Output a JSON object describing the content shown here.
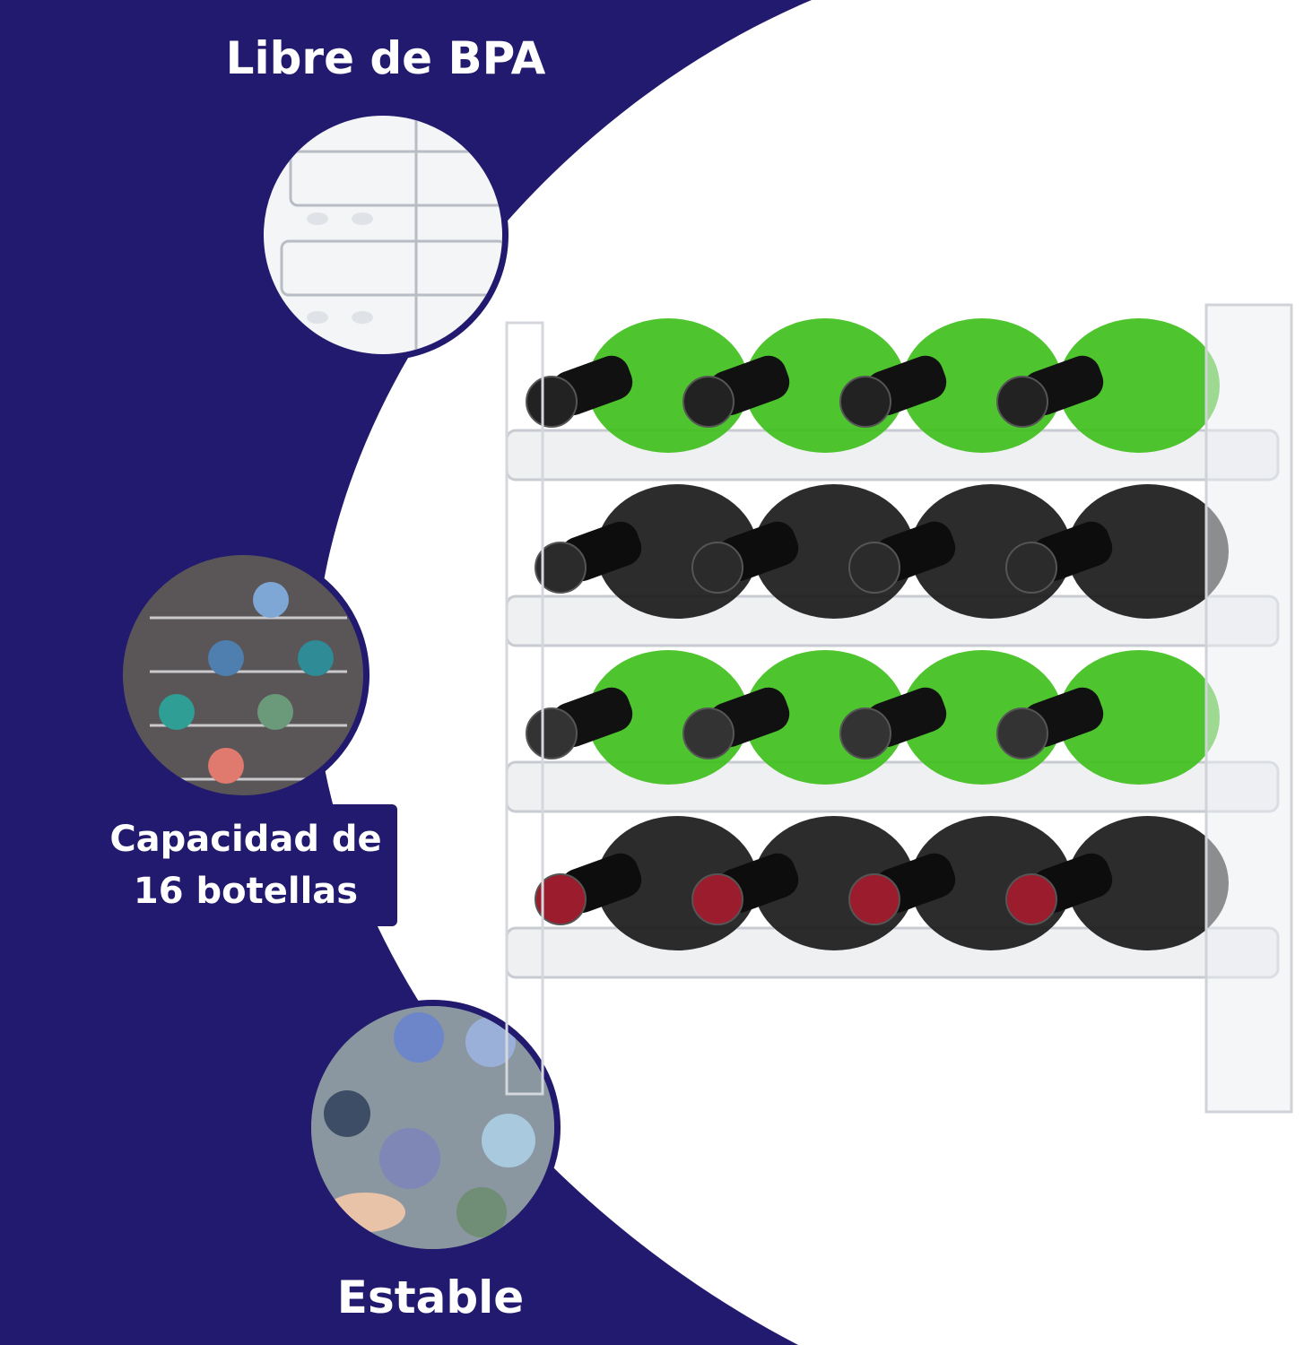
{
  "features": {
    "bpa_free": "Libre de BPA",
    "capacity": "Capacidad de 16 botellas",
    "capacity_line1": "Capacidad de",
    "capacity_line2": "16 botellas",
    "stable": "Estable"
  },
  "colors": {
    "navy": "#221a6e",
    "green_bottle": "#3fbf1c",
    "dark_bottle": "#1a1a1a",
    "red_cap": "#9b1c2c"
  },
  "rack": {
    "rows": 4,
    "bottles_per_row": 4
  }
}
